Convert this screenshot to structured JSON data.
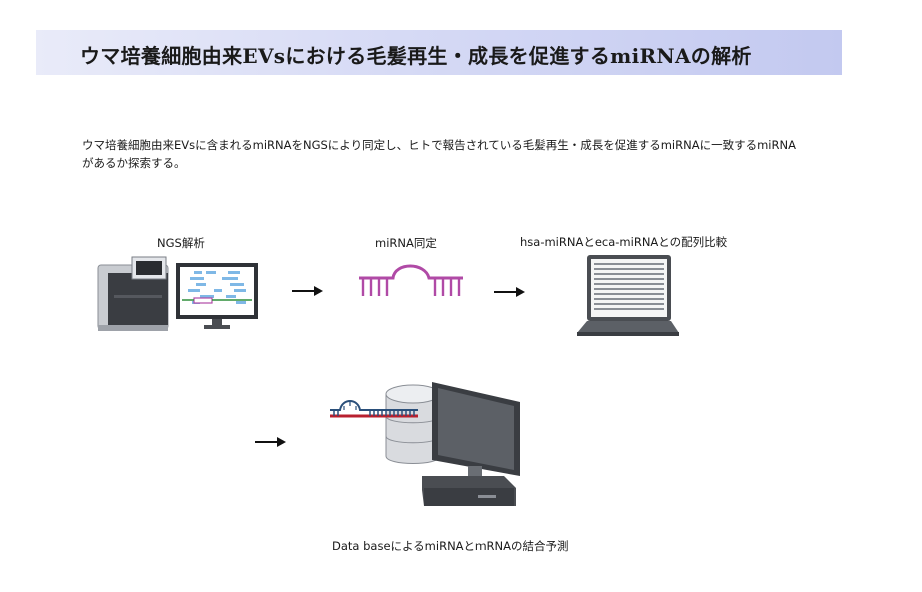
{
  "title": "ウマ培養細胞由来EVsにおける毛髪再生・成長を促進するmiRNAの解析",
  "description": "ウマ培養細胞由来EVsに含まれるmiRNAをNGSにより同定し、ヒトで報告されている毛髪再生・成長を促進するmiRNAに一致するmiRNAがあるか探索する。",
  "steps": [
    {
      "label": "NGS解析",
      "icon": "sequencer-icon"
    },
    {
      "label": "miRNA同定",
      "icon": "mirna-hairpin-icon"
    },
    {
      "label": "hsa-miRNAとeca-miRNAとの配列比較",
      "icon": "laptop-sequence-icon"
    },
    {
      "label": "Data baseによるmiRNAとｍRNAの結合予測",
      "icon": "database-computer-icon"
    }
  ],
  "arrows": [
    "arrow-right-icon",
    "arrow-right-icon",
    "arrow-right-icon"
  ],
  "colors": {
    "title_gradient_start": "#e9ebf9",
    "title_gradient_end": "#c3c9f0",
    "mirna": "#b04aa6",
    "screen_bands": "#7fb8e6",
    "mrna_strand": "#b8202f"
  }
}
